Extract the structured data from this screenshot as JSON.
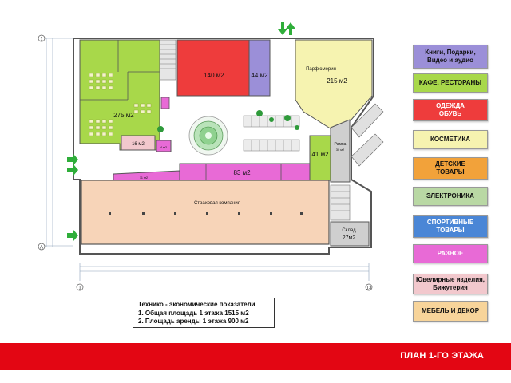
{
  "legend": [
    {
      "label": "Книги, Подарки,\nВидео и аудио",
      "color": "#9b8fd8"
    },
    {
      "label": "КАФЕ, РЕСТОРАНЫ",
      "color": "#a8d84a"
    },
    {
      "label": "ОДЕЖДА\nОБУВЬ",
      "color": "#ee3c3c"
    },
    {
      "label": "КОСМЕТИКА",
      "color": "#f6f3b0"
    },
    {
      "label": "ДЕТСКИЕ\nТОВАРЫ",
      "color": "#f2a23a"
    },
    {
      "label": "ЭЛЕКТРОНИКА",
      "color": "#b9d8a4"
    },
    {
      "label": "СПОРТИВНЫЕ\nТОВАРЫ",
      "color": "#4a86d6"
    },
    {
      "label": "РАЗНОЕ",
      "color": "#e86ad6"
    },
    {
      "label": "Ювелирные изделия,\nБижутерия",
      "color": "#f2c8cd"
    },
    {
      "label": "МЕБЕЛЬ И ДЕКОР",
      "color": "#f7d49a"
    }
  ],
  "rooms": {
    "perfumery_name": "Парфюмерия",
    "perfumery_area": "215 м2",
    "clothing_area": "140 м2",
    "books_area": "44 м2",
    "cafe_area": "275 м2",
    "jewelry_area": "16 м2",
    "small_area": "4 м2",
    "strip_area": "11 м2",
    "misc_area": "83 м2",
    "kids_area": "41 м2",
    "ramp_name": "Рампа",
    "ramp_area": "30 м2",
    "insurance_name": "Страховая компания",
    "storage_name": "Склад",
    "storage_area": "27м2"
  },
  "axes": {
    "top_left": "1",
    "bottom_left": "1",
    "bottom_right": "13",
    "left_bottom": "A"
  },
  "tech": {
    "title": "Технико - экономические показатели",
    "line1": "1. Общая площадь  1 этажа     1515 м2",
    "line2": "2. Площадь аренды  1 этажа    900 м2"
  },
  "footer": {
    "title": "ПЛАН 1-ГО ЭТАЖА"
  },
  "colors": {
    "brand_red": "#e30613",
    "cafe": "#a8d84a",
    "clothing": "#ee3c3c",
    "books": "#9b8fd8",
    "cosmetics": "#f6f3b0",
    "misc": "#e86ad6",
    "jewelry": "#f2c8cd",
    "furniture": "#f7d49a",
    "grey": "#cfcfcf"
  }
}
